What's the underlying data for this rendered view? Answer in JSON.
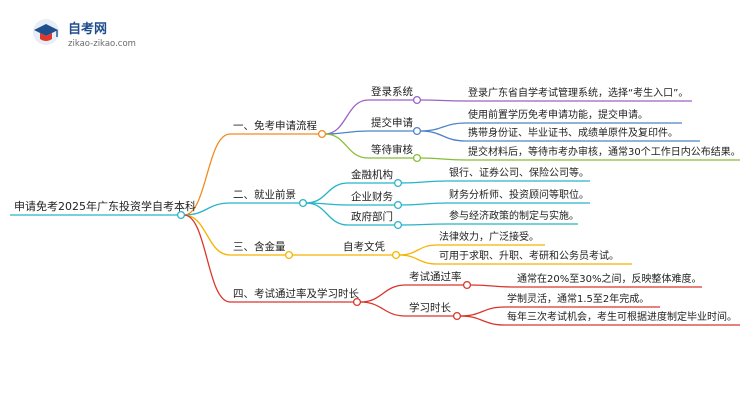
{
  "logo": {
    "title": "自考网",
    "url": "zikao-zikao.com"
  },
  "root": "申请免考2025年广东投资学自考本科",
  "branches": [
    {
      "label": "一、免考申请流程",
      "color": "#f28a1d",
      "children": [
        {
          "label": "登录系统",
          "leaves": [
            "登录广东省自学考试管理系统，选择“考生入口”。"
          ]
        },
        {
          "label": "提交申请",
          "leaves": [
            "使用前置学历免考申请功能，提交申请。",
            "携带身份证、毕业证书、成绩单原件及复印件。"
          ]
        },
        {
          "label": "等待审核",
          "leaves": [
            "提交材料后，等待市考办审核，通常30个工作日内公布结果。"
          ]
        }
      ]
    },
    {
      "label": "二、就业前景",
      "color": "#27b4c8",
      "children": [
        {
          "label": "金融机构",
          "leaves": [
            "银行、证券公司、保险公司等。"
          ]
        },
        {
          "label": "企业财务",
          "leaves": [
            "财务分析师、投资顾问等职位。"
          ]
        },
        {
          "label": "政府部门",
          "leaves": [
            "参与经济政策的制定与实施。"
          ]
        }
      ]
    },
    {
      "label": "三、含金量",
      "color": "#f5b400",
      "children": [
        {
          "label": "自考文凭",
          "leaves": [
            "法律效力，广泛接受。",
            "可用于求职、升职、考研和公务员考试。"
          ]
        }
      ]
    },
    {
      "label": "四、考试通过率及学习时长",
      "color": "#d9362b",
      "children": [
        {
          "label": "考试通过率",
          "leaves": [
            "通常在20%至30%之间，反映整体难度。"
          ]
        },
        {
          "label": "学习时长",
          "leaves": [
            "学制灵活，通常1.5至2年完成。",
            "每年三次考试机会，考生可根据进度制定毕业时间。"
          ]
        }
      ]
    }
  ],
  "l2_colors": [
    "#9a62c9",
    "#4f84c4",
    "#86bd34"
  ]
}
